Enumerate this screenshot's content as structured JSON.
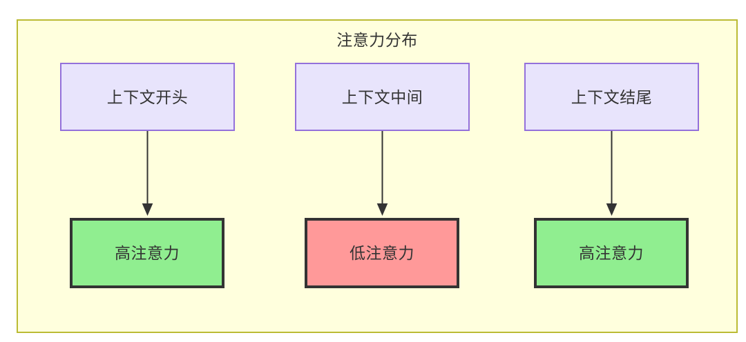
{
  "diagram": {
    "title": "注意力分布",
    "colors": {
      "container_fill": "#ffffdd",
      "container_border": "#bbbb33",
      "context_fill": "#e8e4fc",
      "context_border": "#9370db",
      "high_attention_fill": "#90ee90",
      "low_attention_fill": "#ff9999",
      "node_border_dark": "#333333",
      "edge": "#333333",
      "text": "#333333"
    },
    "context_nodes": [
      {
        "id": "ctx-start",
        "label": "上下文开头"
      },
      {
        "id": "ctx-middle",
        "label": "上下文中间"
      },
      {
        "id": "ctx-end",
        "label": "上下文结尾"
      }
    ],
    "attention_nodes": [
      {
        "id": "attn-start",
        "label": "高注意力",
        "level": "high"
      },
      {
        "id": "attn-middle",
        "label": "低注意力",
        "level": "low"
      },
      {
        "id": "attn-end",
        "label": "高注意力",
        "level": "high"
      }
    ],
    "edges": [
      {
        "from": "ctx-start",
        "to": "attn-start",
        "label": ""
      },
      {
        "from": "ctx-middle",
        "to": "attn-middle",
        "label": ""
      },
      {
        "from": "ctx-end",
        "to": "attn-end",
        "label": ""
      }
    ]
  }
}
